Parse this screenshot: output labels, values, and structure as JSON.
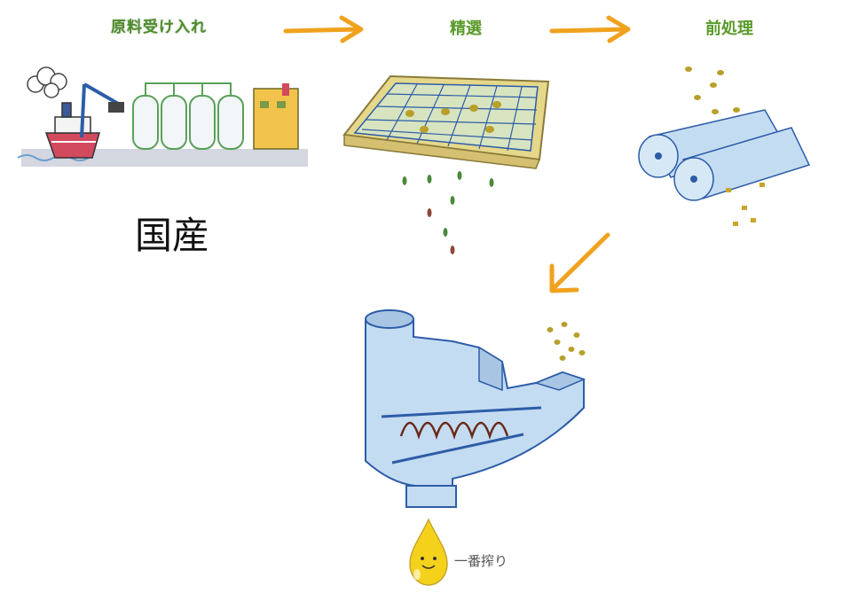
{
  "steps": {
    "receive": "原料受け入れ",
    "select": "精選",
    "pretreat": "前処理"
  },
  "origin_label": "国産",
  "output_label": "一番搾り",
  "colors": {
    "arrow": "#f0a21e",
    "step_text": "#5a9a2a",
    "machine_blue": "#bcd6ee",
    "grain": "#c9a52a",
    "oil": "#f4d21c"
  }
}
